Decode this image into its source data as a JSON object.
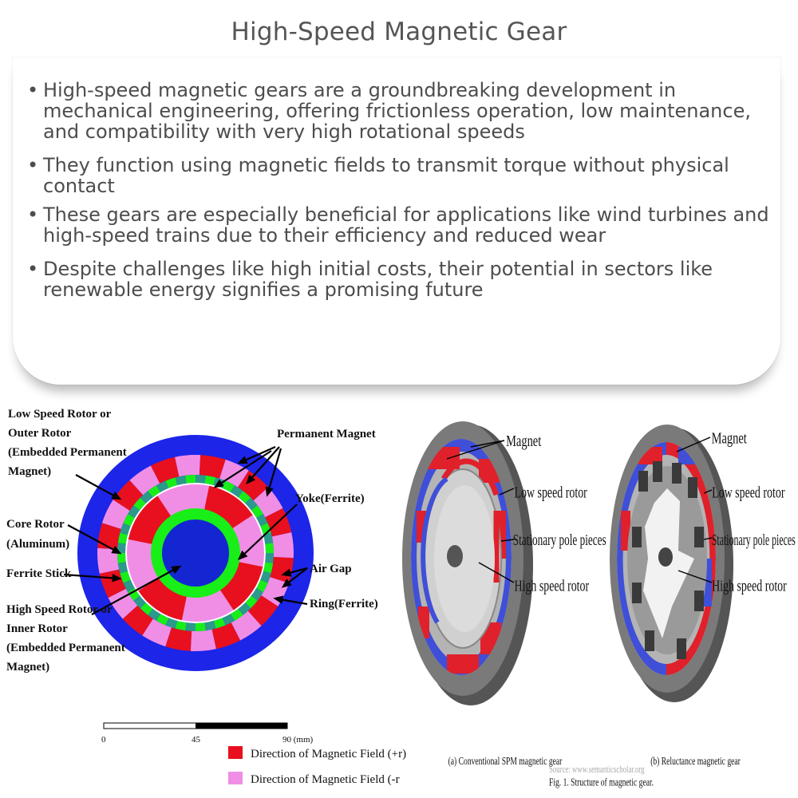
{
  "title": "High-Speed Magnetic Gear",
  "bullets": [
    "High-speed magnetic gears are a groundbreaking development in mechanical engineering, offering frictionless operation, low maintenance, and compatibility with very high rotational speeds",
    "They function using magnetic fields to transmit torque without physical contact",
    "These gears are especially beneficial for applications like wind turbines and high-speed trains due to their efficiency and reduced wear",
    "Despite challenges like high initial costs, their potential in sectors like renewable energy signifies a promising future"
  ],
  "bullet_symbol": "•",
  "left_diagram": {
    "labels": {
      "low_speed_rotor": [
        "Low Speed Rotor or",
        "Outer Rotor",
        "(Embedded Permanent",
        "Magnet)"
      ],
      "permanent_magnet": "Permanent Magnet",
      "yoke": "Yoke(Ferrite)",
      "core_rotor": [
        "Core Rotor",
        "(Aluminum)"
      ],
      "ferrite_stick": "Ferrite Stick",
      "air_gap": "Air Gap",
      "ring": "Ring(Ferrite)",
      "high_speed_rotor": [
        "High Speed Rotor or",
        "Inner Rotor",
        "(Embedded Permanent",
        "Magnet)"
      ]
    },
    "scale": {
      "ticks": [
        "0",
        "45",
        "90 (mm)"
      ]
    },
    "legend": [
      {
        "label": "Direction of Magnetic Field (+r)",
        "color": "#e8101e"
      },
      {
        "label": "Direction of Magnetic Field (-r",
        "color": "#f08ee6"
      }
    ],
    "colors": {
      "outer": "#1c25e8",
      "green": "#18ee18",
      "teal": "#2a9a8a",
      "red": "#e8101e",
      "pink": "#f08ee6",
      "core": "#1426d2"
    }
  },
  "right_diagram": {
    "spm": {
      "labels": [
        "Magnet",
        "Low speed rotor",
        "Stationary pole pieces",
        "High speed rotor"
      ],
      "caption": "(a) Conventional SPM magnetic gear"
    },
    "reluctance": {
      "labels": [
        "Magnet",
        "Low speed rotor",
        "Stationary pole pieces",
        "High speed rotor"
      ],
      "caption": "(b) Reluctance magnetic gear"
    },
    "figure_caption": "Fig. 1. Structure of magnetic gear.",
    "source": "Source: www.semanticscholar.org"
  }
}
